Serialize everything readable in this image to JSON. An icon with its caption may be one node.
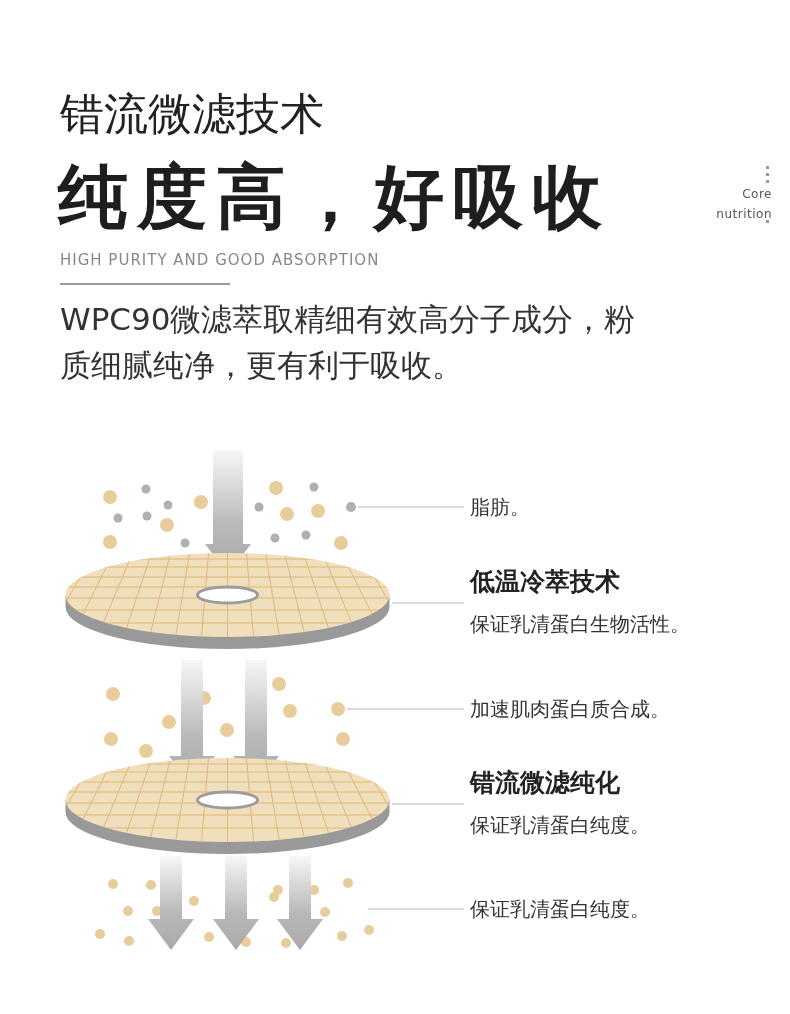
{
  "diagram": {
    "title": "纯度高，好吸收",
    "nodes": [
      {
        "text": [
          "脂肪。"
        ]
      },
      {
        "text": [],
        "shape": "circle"
      },
      {
        "text": [
          "低温冷萃技术",
          "保证乳清蛋白生物活性。"
        ]
      },
      {
        "text": [],
        "shape": "disc"
      },
      {
        "text": [
          "加速肌肉蛋白质合成。"
        ]
      },
      {
        "text": [],
        "shape": "circle"
      },
      {
        "text": [
          "错流微滤纯化",
          "保证乳清蛋白纯度。"
        ]
      },
      {
        "text": [],
        "shape": "disc"
      },
      {
        "text": [
          "保证乳清蛋白纯度。"
        ]
      }
    ],
    "edges": [
      {
        "from": 0,
        "to": 1,
        "arrow": "none"
      },
      {
        "from": 2,
        "to": 3,
        "arrow": "none"
      },
      {
        "from": 4,
        "to": 5,
        "arrow": "none"
      },
      {
        "from": 6,
        "to": 7,
        "arrow": "none"
      },
      {
        "from": 8,
        "to": null,
        "arrow": "none"
      },
      {
        "from": null,
        "to": 3,
        "arrow": "to",
        "style": "thick"
      },
      {
        "from": 3,
        "to": 7,
        "arrow": "to",
        "style": "thick"
      },
      {
        "from": 3,
        "to": 7,
        "arrow": "to",
        "style": "thick"
      },
      {
        "from": 7,
        "to": null,
        "arrow": "to",
        "style": "thick"
      },
      {
        "from": 7,
        "to": null,
        "arrow": "to",
        "style": "thick"
      },
      {
        "from": 7,
        "to": null,
        "arrow": "to",
        "style": "thick"
      }
    ],
    "labels": [
      "错流微滤技术",
      "HIGH PURITY AND GOOD ABSORPTION",
      "Core nutrition",
      "WPC90微滤萃取精细有效高分子成分，粉质细腻纯净，更有利于吸收。"
    ]
  }
}
